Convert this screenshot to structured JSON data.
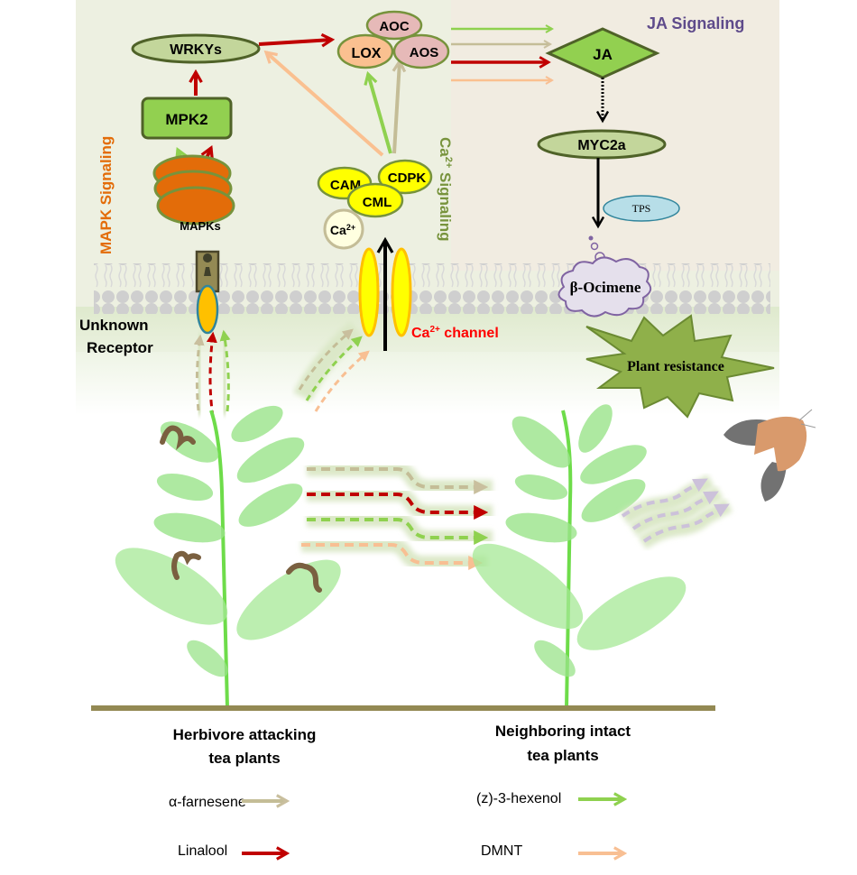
{
  "panels": {
    "ja_signaling_title": "JA Signaling",
    "mapk_signaling_title": "MAPK Signaling",
    "ca_signaling_title_prefix": "Ca",
    "ca_signaling_title_sup": "2+",
    "ca_signaling_title_suffix": " Signaling"
  },
  "nodes": {
    "wrkys": "WRKYs",
    "mpk2": "MPK2",
    "mapks": "MAPKs",
    "aoc": "AOC",
    "lox": "LOX",
    "aos": "AOS",
    "ja": "JA",
    "myc2a": "MYC2a",
    "tps": "TPS",
    "cam": "CAM",
    "cdpk": "CDPK",
    "cml": "CML",
    "ca_ion": "Ca",
    "ca_ion_sup": "2+",
    "beta_ocimene": "β-Ocimene",
    "plant_resistance": "Plant resistance"
  },
  "membrane": {
    "unknown_receptor_line1": "Unknown",
    "unknown_receptor_line2": "Receptor",
    "ca_channel_prefix": "Ca",
    "ca_channel_sup": "2+",
    "ca_channel_suffix": " channel"
  },
  "scene": {
    "left_plant_caption_line1": "Herbivore attacking",
    "left_plant_caption_line2": "tea plants",
    "right_plant_caption_line1": "Neighboring intact",
    "right_plant_caption_line2": "tea plants"
  },
  "legend": [
    {
      "label": "α-farnesene",
      "color": "#c9bf9e"
    },
    {
      "label": "Linalool",
      "color": "#c00000"
    },
    {
      "label": "(z)-3-hexenol",
      "color": "#8fd14f"
    },
    {
      "label": "DMNT",
      "color": "#f8bf93"
    }
  ],
  "colors": {
    "ja_title": "#5f4b8b",
    "mapk_title": "#e36c09",
    "ca_title": "#77933c",
    "ca_channel": "#ff0000",
    "node_green": "#92d050",
    "node_light_green": "#c3d69b",
    "node_border": "#4f6228",
    "mapk_orange": "#e36c09",
    "yellow": "#ffff00",
    "aoc_pink": "#e6b9b8",
    "lox_peach": "#fac090",
    "tps_blue": "#b7dee8",
    "ocimene_lilac": "#e5e0ec",
    "resistance_green": "#8fb04a",
    "soil": "#938953"
  }
}
